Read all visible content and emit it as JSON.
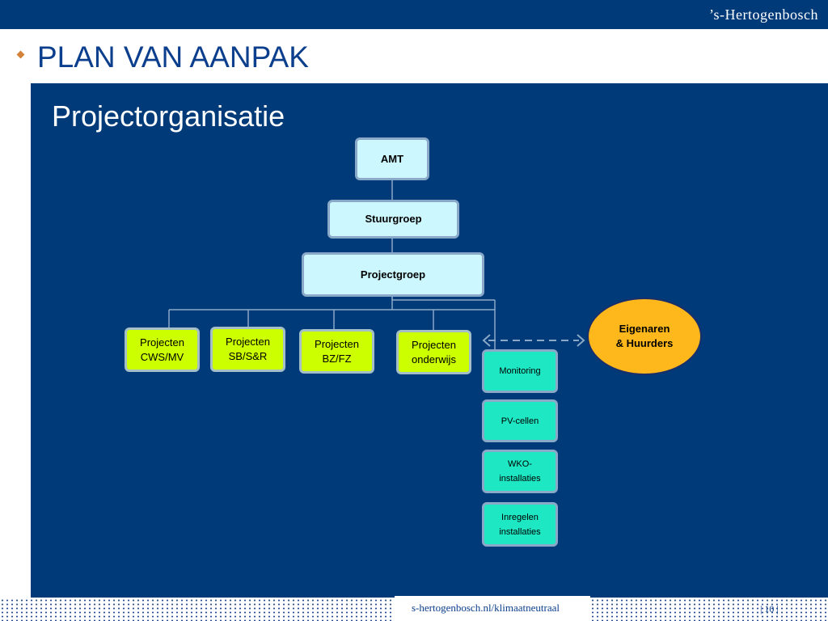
{
  "header": {
    "brand": "’s-Hertogenbosch"
  },
  "slide": {
    "title": "PLAN VAN AANPAK",
    "subtitle": "Projectorganisatie"
  },
  "org": {
    "amt": "AMT",
    "stuurgroep": "Stuurgroep",
    "projectgroep": "Projectgroep",
    "projects": [
      {
        "line1": "Projecten",
        "line2": "CWS/MV"
      },
      {
        "line1": "Projecten",
        "line2": "SB/S&R"
      },
      {
        "line1": "Projecten",
        "line2": "BZ/FZ"
      },
      {
        "line1": "Projecten",
        "line2": "onderwijs"
      }
    ],
    "stack": [
      {
        "line1": "Monitoring",
        "line2": ""
      },
      {
        "line1": "PV-cellen",
        "line2": ""
      },
      {
        "line1": "WKO-",
        "line2": "installaties"
      },
      {
        "line1": "Inregelen",
        "line2": "installaties"
      }
    ],
    "stakeholder": {
      "line1": "Eigenaren",
      "line2": "& Huurders"
    }
  },
  "footer": {
    "url": "s-hertogenbosch.nl/klimaatneutraal",
    "page": "| 10 |"
  },
  "colors": {
    "navy": "#003a78",
    "lime": "#ccff00",
    "teal": "#1ee8c4",
    "orange": "#ffb81c",
    "lightblue": "#cdf7ff"
  }
}
